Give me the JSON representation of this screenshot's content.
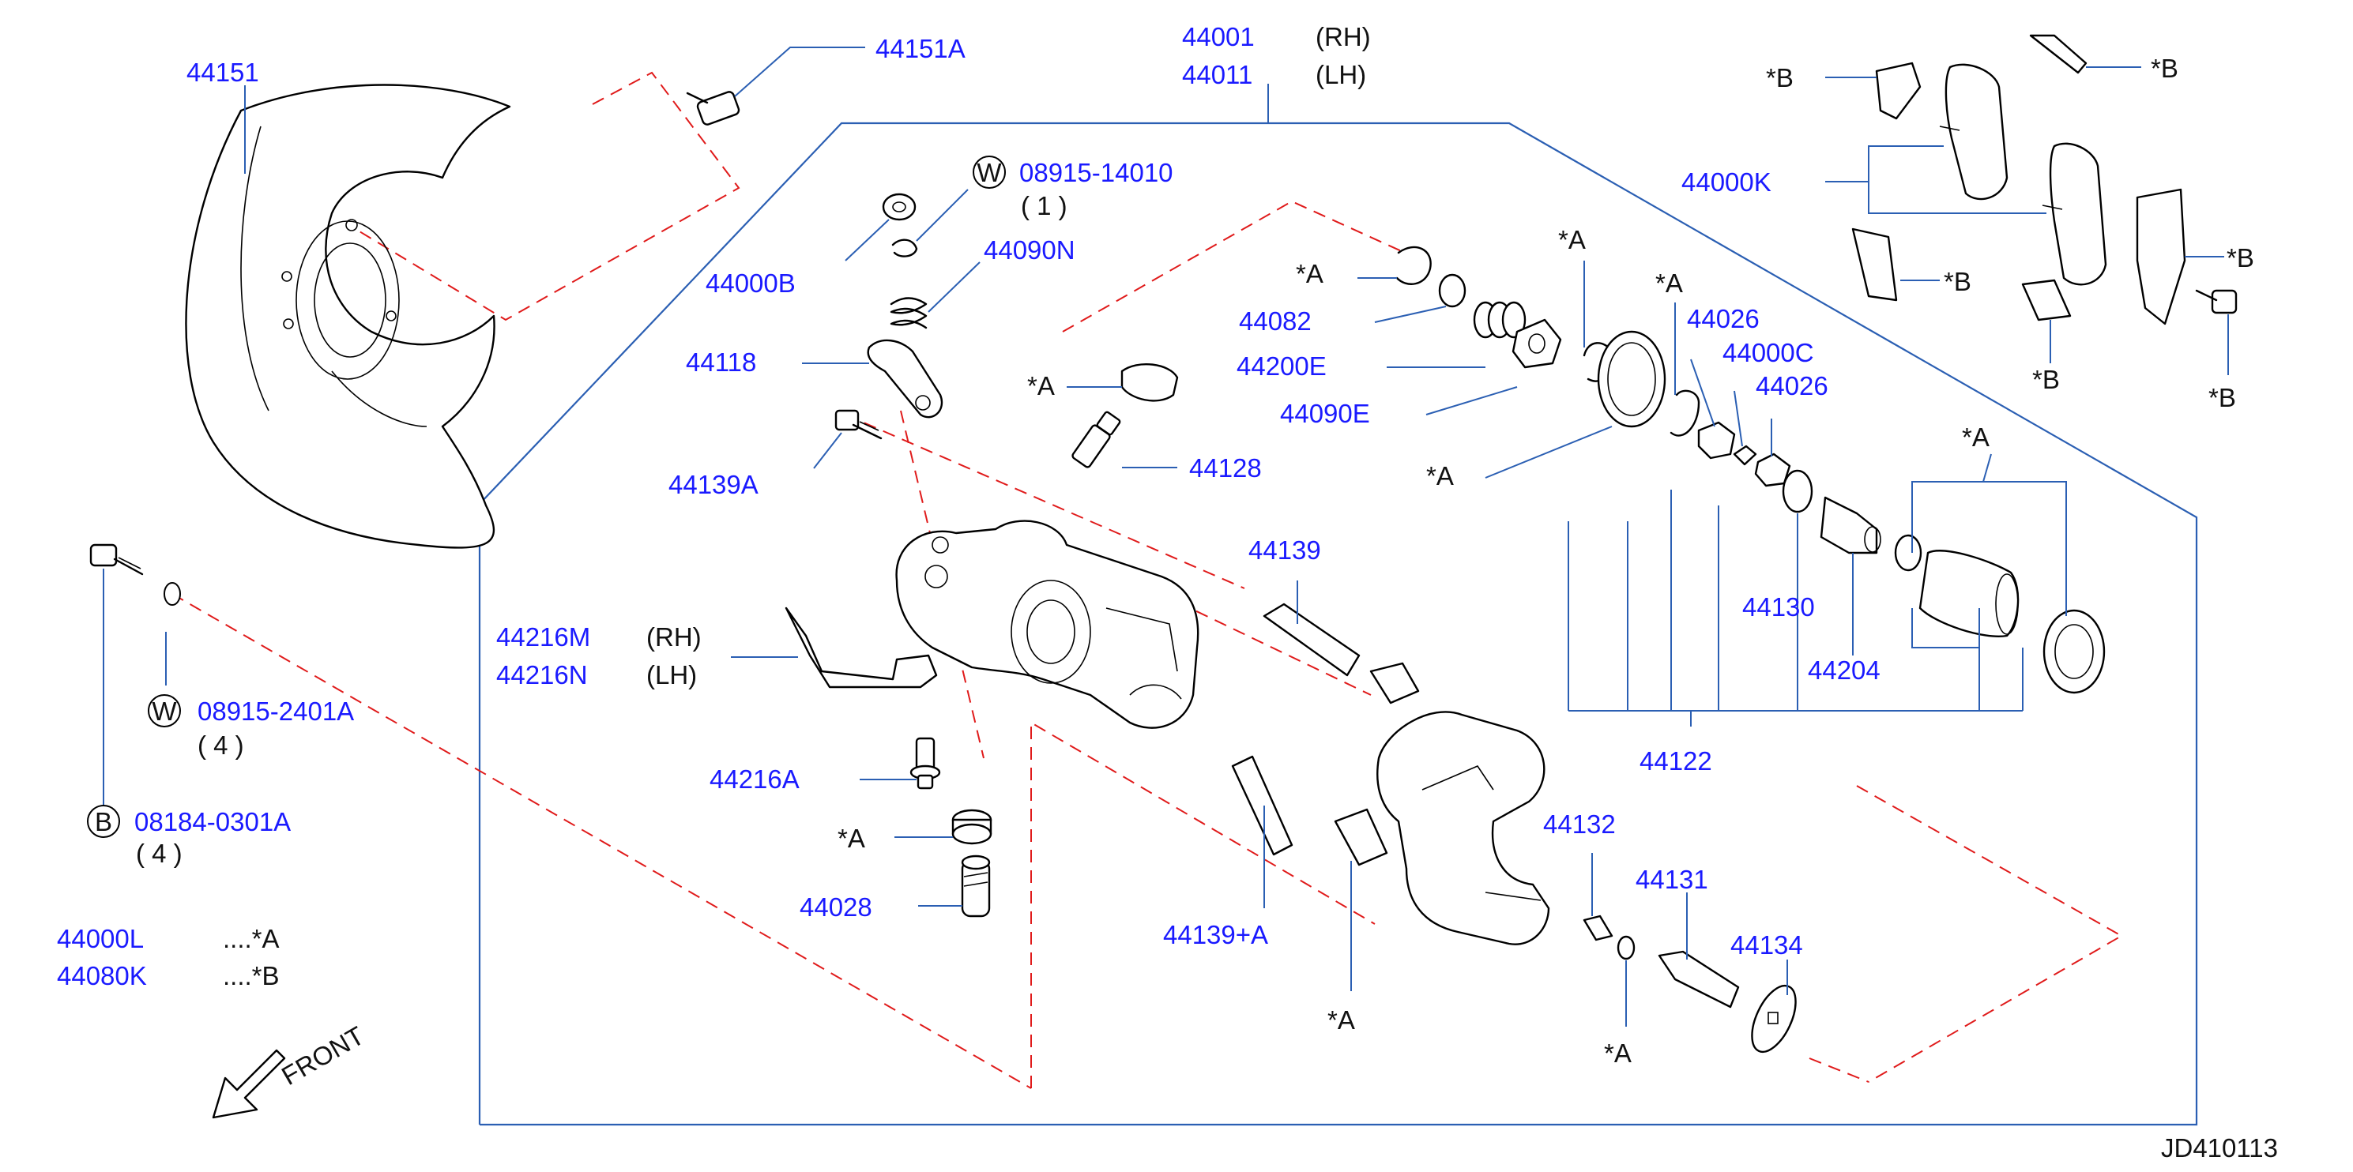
{
  "labels": {
    "p44151": "44151",
    "p44151A": "44151A",
    "p44001": "44001",
    "p44001_side": "(RH)",
    "p44011": "44011",
    "p44011_side": "(LH)",
    "w08915_14010": "08915-14010",
    "w08915_14010_qty": "( 1 )",
    "p44000B": "44000B",
    "p44090N": "44090N",
    "p44118": "44118",
    "p44139A": "44139A",
    "p44128": "44128",
    "a_top_left": "*A",
    "a_caliper_right": "*A",
    "p44082": "44082",
    "p44200E": "44200E",
    "p44090E": "44090E",
    "a_seal_top": "*A",
    "a_ring_top": "*A",
    "a_ring_mid": "*A",
    "a_piston": "*A",
    "p44026_a": "44026",
    "p44000C": "44000C",
    "p44026_b": "44026",
    "p44130": "44130",
    "p44204": "44204",
    "p44122": "44122",
    "p44139": "44139",
    "p44216M": "44216M",
    "p44216M_side": "(RH)",
    "p44216N": "44216N",
    "p44216N_side": "(LH)",
    "p44216A": "44216A",
    "a_bushing": "*A",
    "p44028": "44028",
    "p44139pA": "44139+A",
    "a_boot": "*A",
    "p44132": "44132",
    "p44131": "44131",
    "p44134": "44134",
    "a_oring": "*A",
    "w08915_2401A": "08915-2401A",
    "w08915_2401A_qty": "( 4 )",
    "b08184_0301A": "08184-0301A",
    "b08184_0301A_qty": "( 4 )",
    "p44000K": "44000K",
    "b_shim_top": "*B",
    "b_clip_top": "*B",
    "b_shim_right": "*B",
    "b_spring_mid": "*B",
    "b_clip_low": "*B",
    "b_bolt": "*B",
    "legend_a_part": "44000L",
    "legend_a_mark": "....*A",
    "legend_b_part": "44080K",
    "legend_b_mark": "....*B",
    "front": "FRONT",
    "figure_code": "JD410113",
    "w_symbol": "W",
    "w_symbol_2": "W",
    "b_symbol": "B"
  }
}
